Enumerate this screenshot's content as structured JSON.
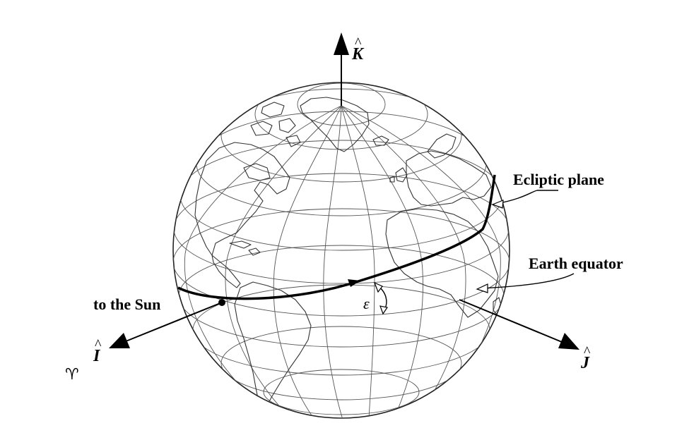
{
  "labels": {
    "k_axis": "K",
    "i_axis": "I",
    "j_axis": "J",
    "hat": "^",
    "ecliptic_plane": "Ecliptic plane",
    "earth_equator": "Earth equator",
    "to_the_sun": "to the Sun",
    "obliquity": "ε",
    "vernal_equinox": "♈"
  }
}
